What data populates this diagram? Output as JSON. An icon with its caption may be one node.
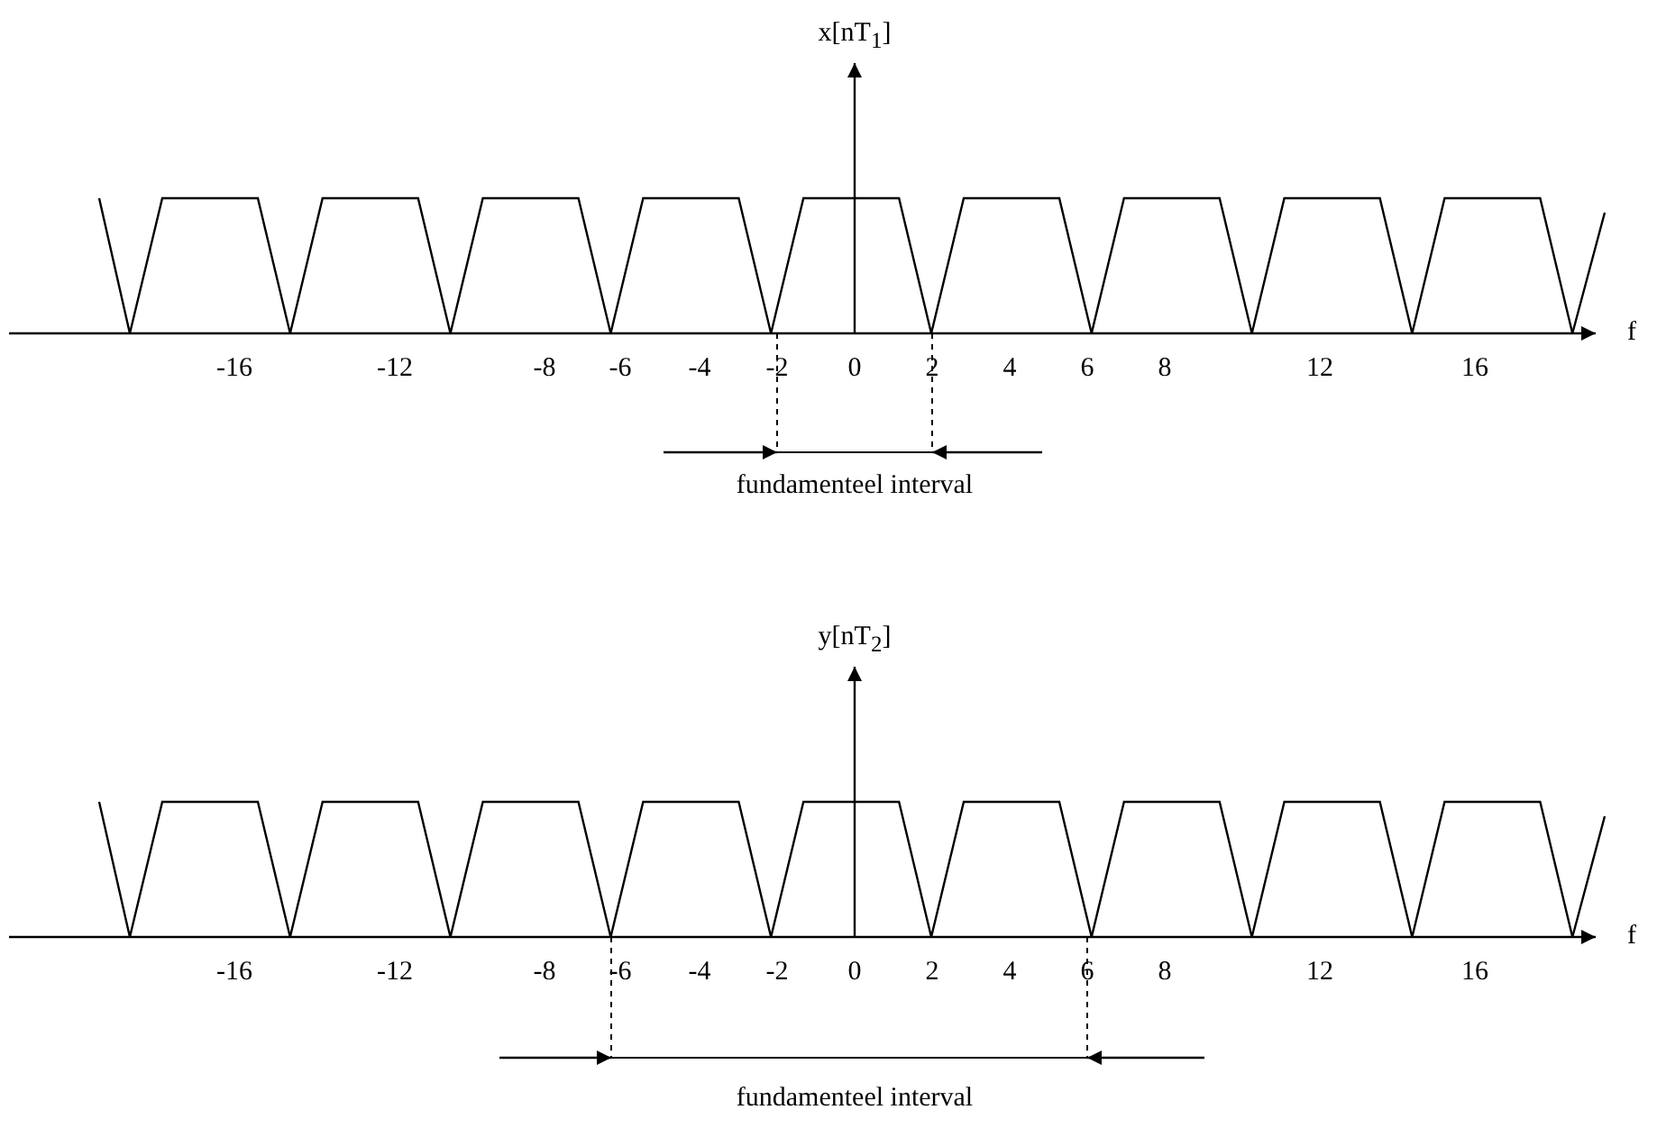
{
  "diagram": {
    "labels": [
      "x[nT$_{1}$]",
      "f",
      "-16",
      "-12",
      "-8",
      "-6",
      "-4",
      "-2",
      "0",
      "2",
      "4",
      "6",
      "8",
      "12",
      "16",
      "fundamenteel interval",
      "y[nT$_{2}$]",
      "f",
      "-16",
      "-12",
      "-8",
      "-6",
      "-4",
      "-2",
      "0",
      "2",
      "4",
      "6",
      "8",
      "12",
      "16",
      "fundamenteel interval"
    ]
  }
}
